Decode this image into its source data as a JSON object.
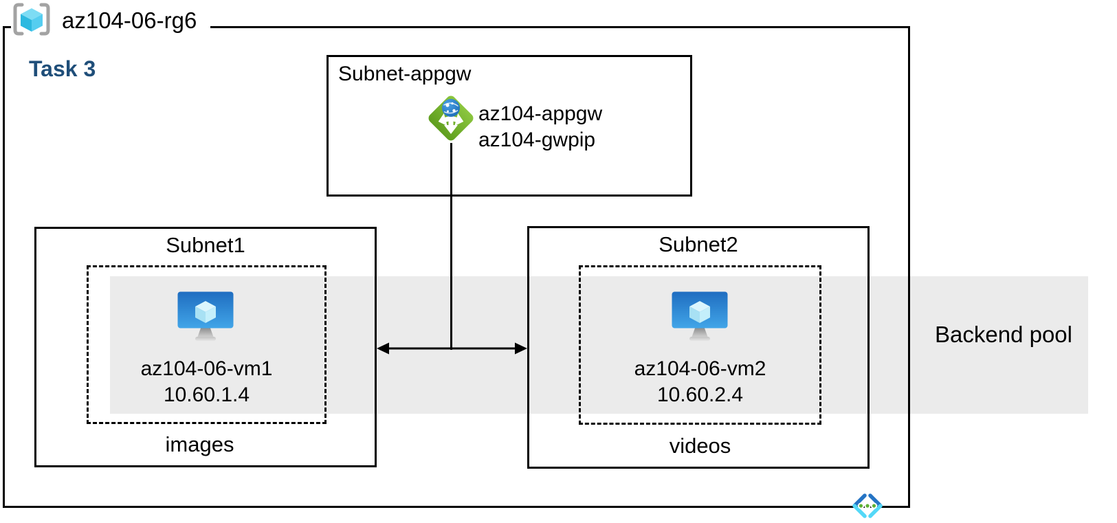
{
  "resource_group": {
    "name": "az104-06-rg6",
    "task_label": "Task 3"
  },
  "appgw_subnet": {
    "title": "Subnet-appgw",
    "gateway_name": "az104-appgw",
    "gateway_public_ip": "az104-gwpip"
  },
  "subnet1": {
    "title": "Subnet1",
    "vm_name": "az104-06-vm1",
    "vm_ip": "10.60.1.4",
    "pool_item": "images"
  },
  "subnet2": {
    "title": "Subnet2",
    "vm_name": "az104-06-vm2",
    "vm_ip": "10.60.2.4",
    "pool_item": "videos"
  },
  "backend_pool": {
    "label": "Backend pool",
    "band_color": "#ebebeb"
  },
  "icons": {
    "resource_group": "resource-group-icon",
    "application_gateway": "application-gateway-icon",
    "virtual_machine": "virtual-machine-icon",
    "virtual_network": "virtual-network-icon"
  },
  "colors": {
    "task_heading": "#1f4e79",
    "diagram_lines": "#000000",
    "appgw_green": "#72b32a",
    "vm_screen_blue": "#2f84d0",
    "cube_cyan": "#55cdf0",
    "vnet_chevron_blue": "#2574c4",
    "vnet_chevron_cyan": "#54d8f7",
    "vnet_dot_green": "#5fb233"
  }
}
